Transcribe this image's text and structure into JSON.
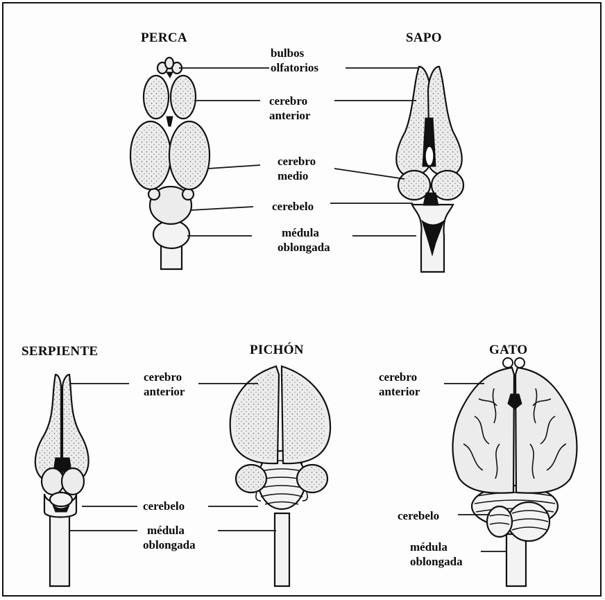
{
  "titles": {
    "perca": "PERCA",
    "sapo": "SAPO",
    "serpiente": "SERPIENTE",
    "pichon": "PICHÓN",
    "gato": "GATO"
  },
  "labels": {
    "top": {
      "bulbos_l1": "bulbos",
      "bulbos_l2": "olfatorios",
      "cerebro_anterior_l1": "cerebro",
      "cerebro_anterior_l2": "anterior",
      "cerebro_medio_l1": "cerebro",
      "cerebro_medio_l2": "medio",
      "cerebelo": "cerebelo",
      "medula_l1": "médula",
      "medula_l2": "oblongada"
    },
    "bottom_left": {
      "cerebro_anterior_l1": "cerebro",
      "cerebro_anterior_l2": "anterior",
      "cerebelo": "cerebelo",
      "medula_l1": "médula",
      "medula_l2": "oblongada"
    },
    "bottom_right": {
      "cerebro_anterior_l1": "cerebro",
      "cerebro_anterior_l2": "anterior",
      "cerebelo": "cerebelo",
      "medula_l1": "médula",
      "medula_l2": "oblongada"
    }
  }
}
